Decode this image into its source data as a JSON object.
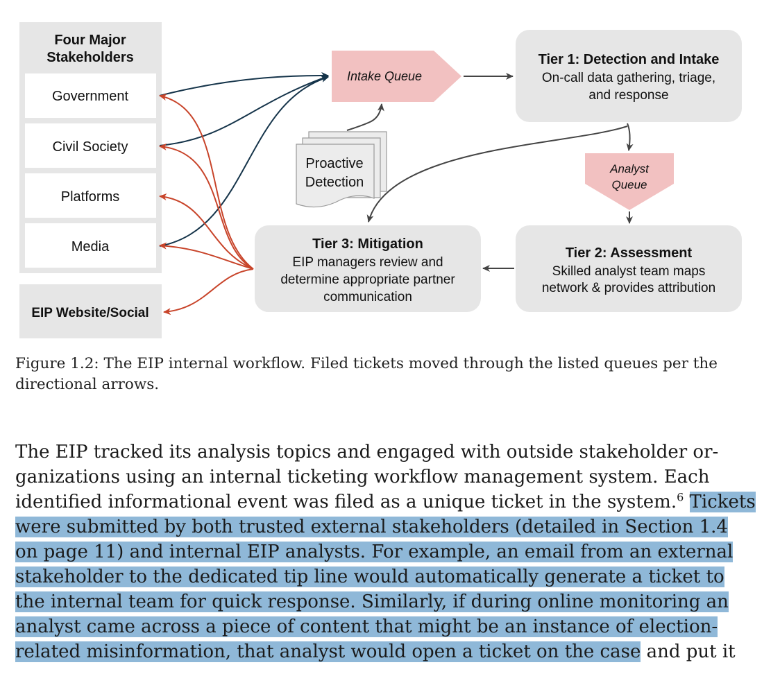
{
  "figure": {
    "stakeholders": {
      "title_line1": "Four Major",
      "title_line2": "Stakeholders",
      "items": [
        "Government",
        "Civil Society",
        "Platforms",
        "Media"
      ]
    },
    "eip_box": "EIP Website/Social",
    "intake_queue": "Intake Queue",
    "proactive": {
      "line1": "Proactive",
      "line2": "Detection"
    },
    "tier1": {
      "title": "Tier 1: Detection and Intake",
      "line1": "On-call data gathering, triage,",
      "line2": "and response"
    },
    "analyst_queue": {
      "line1": "Analyst",
      "line2": "Queue"
    },
    "tier2": {
      "title": "Tier 2: Assessment",
      "line1": "Skilled analyst team maps",
      "line2": "network & provides attribution"
    },
    "tier3": {
      "title": "Tier 3: Mitigation",
      "line1": "EIP managers review and",
      "line2": "determine appropriate partner",
      "line3": "communication"
    },
    "colors": {
      "blue_arrow": "#15344a",
      "red_arrow": "#c8442a",
      "box_gray": "#e6e6e6",
      "queue_pink": "#f2c1c1",
      "highlight": "#8fb8d8"
    }
  },
  "caption": {
    "line1": "Figure 1.2: The EIP internal workflow. Filed tickets moved through the listed queues per the",
    "line2": "directional arrows."
  },
  "paragraph": {
    "l1": "The EIP tracked its analysis topics and engaged with outside stakeholder or-",
    "l2": "ganizations using an internal ticketing workflow management system. Each",
    "l3a": "identified informational event was filed as a unique ticket in the system.",
    "l3sup": "6",
    "l3b": "Tickets",
    "l4": "were submitted by both trusted external stakeholders (detailed in Section 1.4",
    "l5": "on page 11) and internal EIP analysts. For example, an email from an external",
    "l6": "stakeholder to the dedicated tip line would automatically generate a ticket to",
    "l7": "the internal team for quick response. Similarly, if during online monitoring an",
    "l8": "analyst came across a piece of content that might be an instance of election-",
    "l9a": "related misinformation, that analyst would open a ticket on the case",
    "l9b": " and put it"
  }
}
